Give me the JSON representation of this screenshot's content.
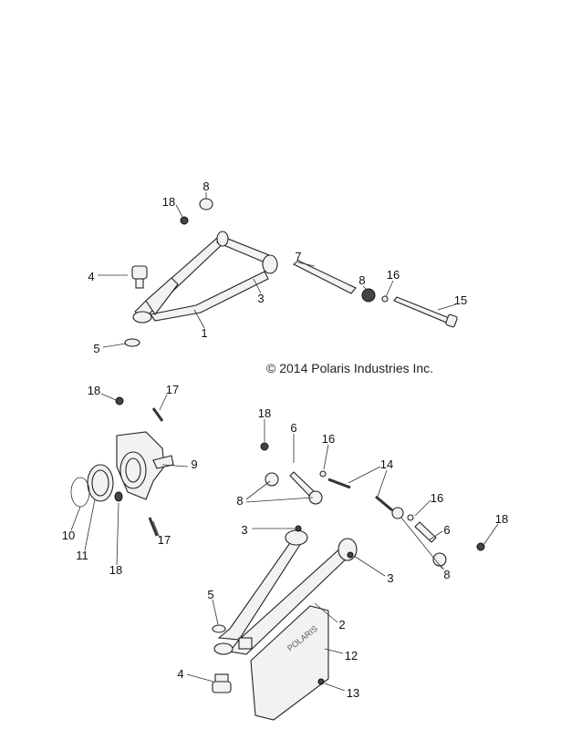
{
  "copyright": "© 2014 Polaris Industries Inc.",
  "callouts": [
    "18",
    "8",
    "7",
    "8",
    "16",
    "15",
    "4",
    "3",
    "1",
    "5",
    "18",
    "17",
    "9",
    "10",
    "11",
    "18",
    "17",
    "18",
    "6",
    "16",
    "14",
    "16",
    "6",
    "18",
    "8",
    "8",
    "3",
    "3",
    "5",
    "2",
    "12",
    "4",
    "13"
  ],
  "colors": {
    "line": "#222222",
    "fill": "#f2f2f2"
  }
}
